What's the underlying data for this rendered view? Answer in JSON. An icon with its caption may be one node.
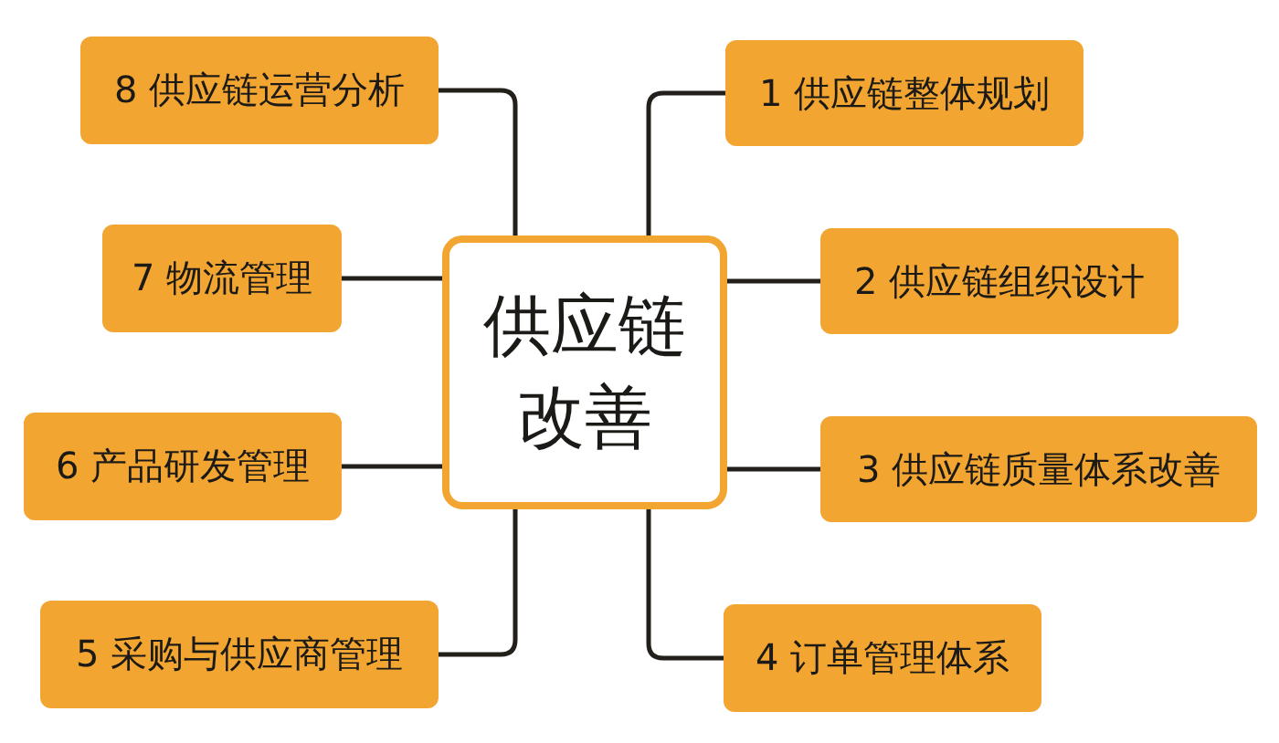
{
  "diagram": {
    "nodes": [
      {
        "text": [
          "供应链改善"
        ]
      },
      {
        "text": [
          "1 供应链整体规划"
        ]
      },
      {
        "text": [
          "2 供应链组织设计"
        ]
      },
      {
        "text": [
          "3 供应链质量体系改善"
        ]
      },
      {
        "text": [
          "4 订单管理体系"
        ]
      },
      {
        "text": [
          "5 采购与供应商管理"
        ]
      },
      {
        "text": [
          "6 产品研发管理"
        ]
      },
      {
        "text": [
          "7 物流管理"
        ]
      },
      {
        "text": [
          "8 供应链运营分析"
        ]
      }
    ],
    "edges": [
      {
        "from": 0,
        "to": 1,
        "arrow": "none"
      },
      {
        "from": 0,
        "to": 2,
        "arrow": "none"
      },
      {
        "from": 0,
        "to": 3,
        "arrow": "none"
      },
      {
        "from": 0,
        "to": 4,
        "arrow": "none"
      },
      {
        "from": 0,
        "to": 5,
        "arrow": "none"
      },
      {
        "from": 0,
        "to": 6,
        "arrow": "none"
      },
      {
        "from": 0,
        "to": 7,
        "arrow": "none"
      },
      {
        "from": 0,
        "to": 8,
        "arrow": "none"
      }
    ]
  }
}
